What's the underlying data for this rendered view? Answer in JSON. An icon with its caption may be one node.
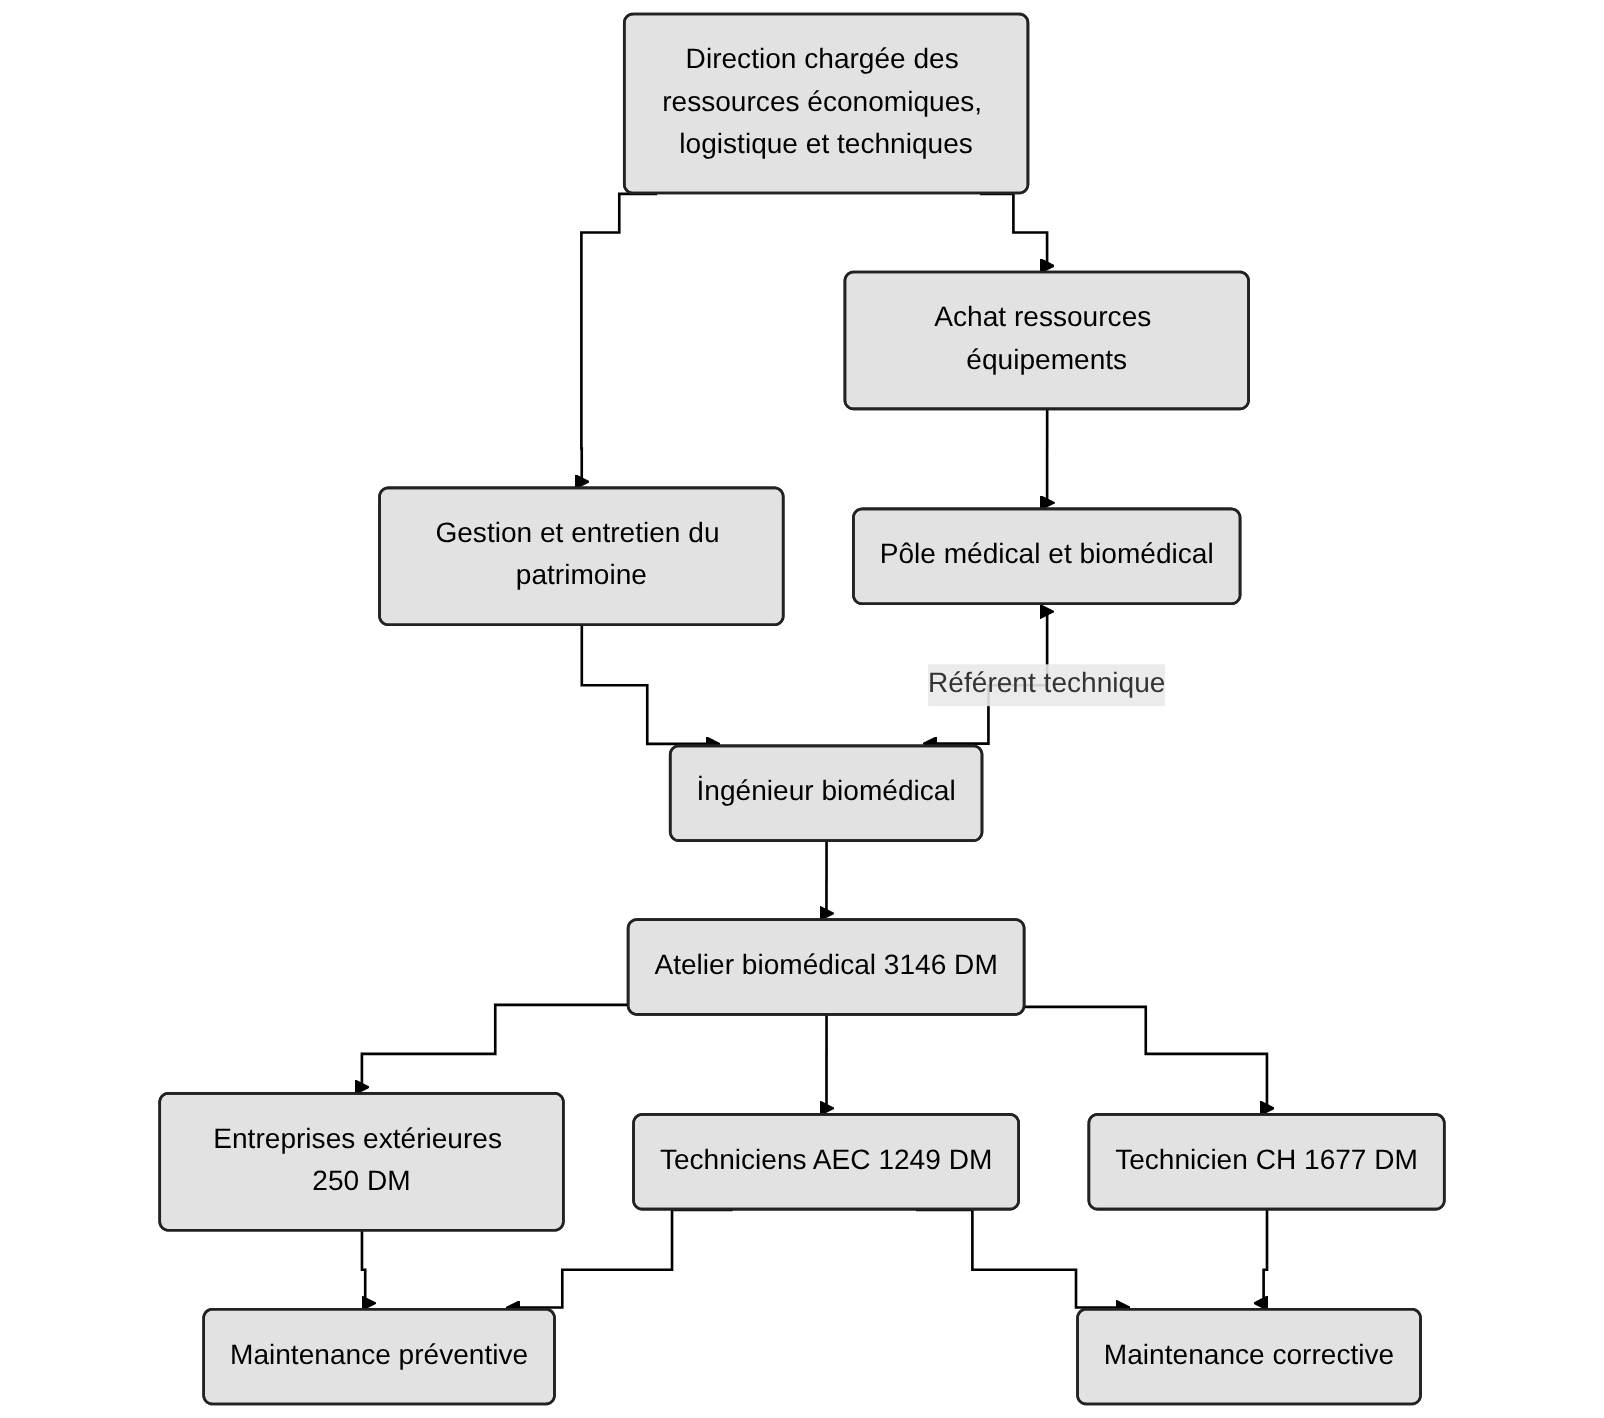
{
  "diagram": {
    "nodes": [
      {
        "text": [
          "Direction chargée des ressources économiques, logistique et techniques"
        ]
      },
      {
        "text": [
          "Achat ressources équipements"
        ]
      },
      {
        "text": [
          "Gestion et entretien du patrimoine"
        ]
      },
      {
        "text": [
          "Pôle médical et biomédical"
        ]
      },
      {
        "text": [
          "İngénieur biomédical"
        ]
      },
      {
        "text": [
          "Atelier biomédical 3146 DM"
        ]
      },
      {
        "text": [
          "Entreprises extérieures 250 DM"
        ]
      },
      {
        "text": [
          "Techniciens AEC 1249 DM"
        ]
      },
      {
        "text": [
          "Technicien CH 1677 DM"
        ]
      },
      {
        "text": [
          "Maintenance préventive"
        ]
      },
      {
        "text": [
          "Maintenance corrective"
        ]
      }
    ],
    "edges": [
      {
        "from": 0,
        "to": 1,
        "arrow": "to"
      },
      {
        "from": 0,
        "to": 2,
        "arrow": "to"
      },
      {
        "from": 1,
        "to": 3,
        "arrow": "to"
      },
      {
        "from": 2,
        "to": 4,
        "arrow": "to"
      },
      {
        "from": 3,
        "to": 4,
        "arrow": "both",
        "label": "Référent technique"
      },
      {
        "from": 4,
        "to": 5,
        "arrow": "to"
      },
      {
        "from": 5,
        "to": 6,
        "arrow": "to"
      },
      {
        "from": 5,
        "to": 7,
        "arrow": "to"
      },
      {
        "from": 5,
        "to": 8,
        "arrow": "to"
      },
      {
        "from": 6,
        "to": 9,
        "arrow": "to"
      },
      {
        "from": 7,
        "to": 9,
        "arrow": "to"
      },
      {
        "from": 7,
        "to": 10,
        "arrow": "to"
      },
      {
        "from": 8,
        "to": 10,
        "arrow": "to"
      }
    ]
  }
}
